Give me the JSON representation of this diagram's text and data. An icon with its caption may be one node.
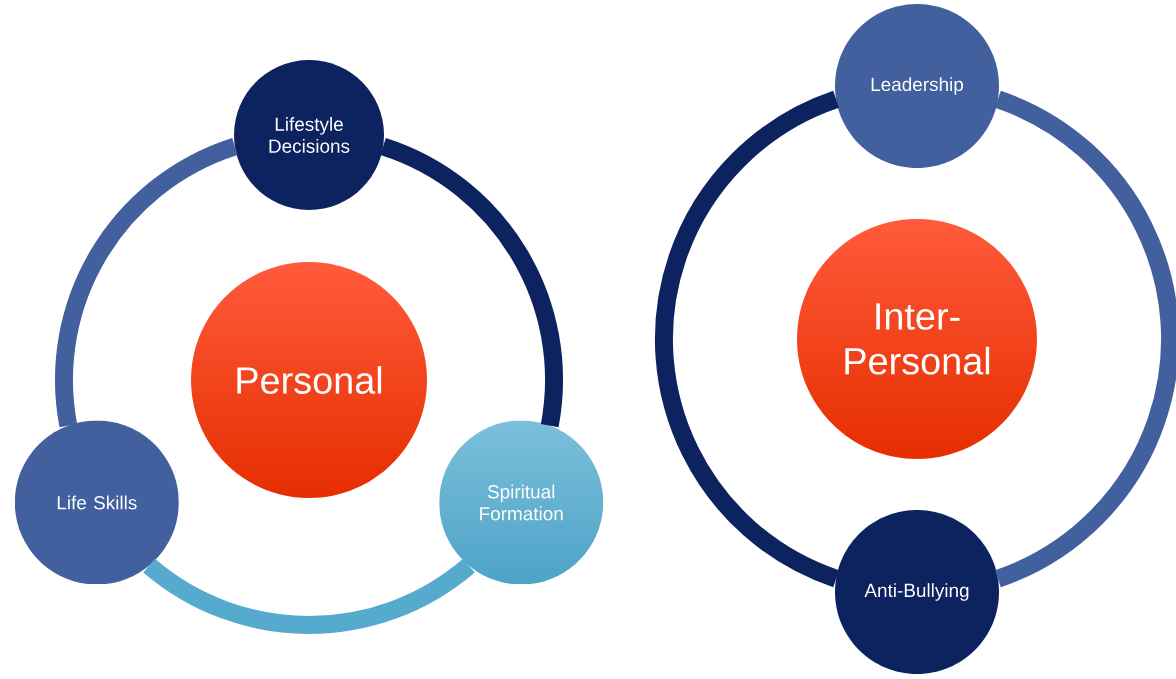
{
  "diagram": {
    "nodes": [
      {
        "text": [
          "Lifestyle Decisions"
        ]
      },
      {
        "text": [
          "Life Skills"
        ]
      },
      {
        "text": [
          "Spiritual Formation"
        ]
      },
      {
        "text": [
          "Personal"
        ]
      },
      {
        "text": [
          "Leadership"
        ]
      },
      {
        "text": [
          "Inter-Personal"
        ]
      },
      {
        "text": [
          "Anti-Bullying"
        ]
      }
    ],
    "edges": [
      {
        "from": 0,
        "to": 2,
        "arrow": "none",
        "color": "#0d2360"
      },
      {
        "from": 2,
        "to": 1,
        "arrow": "none",
        "color": "#55aacd"
      },
      {
        "from": 1,
        "to": 0,
        "arrow": "none",
        "color": "#425f9e"
      },
      {
        "from": 4,
        "to": 6,
        "arrow": "none",
        "color": "#425f9e"
      },
      {
        "from": 6,
        "to": 4,
        "arrow": "none",
        "color": "#0d2360"
      }
    ]
  }
}
